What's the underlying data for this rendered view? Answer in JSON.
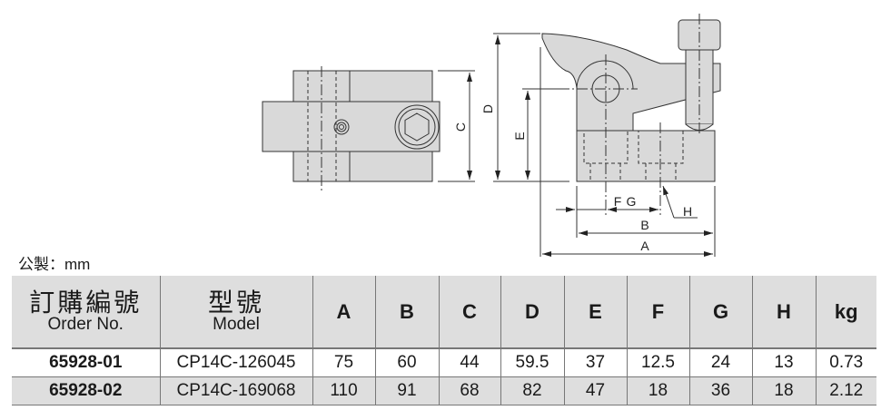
{
  "drawing": {
    "dimension_labels": {
      "A": "A",
      "B": "B",
      "C": "C",
      "D": "D",
      "E": "E",
      "F": "F",
      "G": "G",
      "H": "H"
    }
  },
  "unit_label": "公製：mm",
  "table": {
    "headers": [
      {
        "zh": "訂購編號",
        "en": "Order No."
      },
      {
        "zh": "型號",
        "en": "Model"
      },
      {
        "label": "A"
      },
      {
        "label": "B"
      },
      {
        "label": "C"
      },
      {
        "label": "D"
      },
      {
        "label": "E"
      },
      {
        "label": "F"
      },
      {
        "label": "G"
      },
      {
        "label": "H"
      },
      {
        "label": "kg"
      }
    ],
    "rows": [
      [
        "65928-01",
        "CP14C-126045",
        "75",
        "60",
        "44",
        "59.5",
        "37",
        "12.5",
        "24",
        "13",
        "0.73"
      ],
      [
        "65928-02",
        "CP14C-169068",
        "110",
        "91",
        "68",
        "82",
        "47",
        "18",
        "36",
        "18",
        "2.12"
      ]
    ]
  },
  "colors": {
    "part_fill": "#d9d9d9",
    "header_bg": "#dedede",
    "line": "#333333"
  }
}
